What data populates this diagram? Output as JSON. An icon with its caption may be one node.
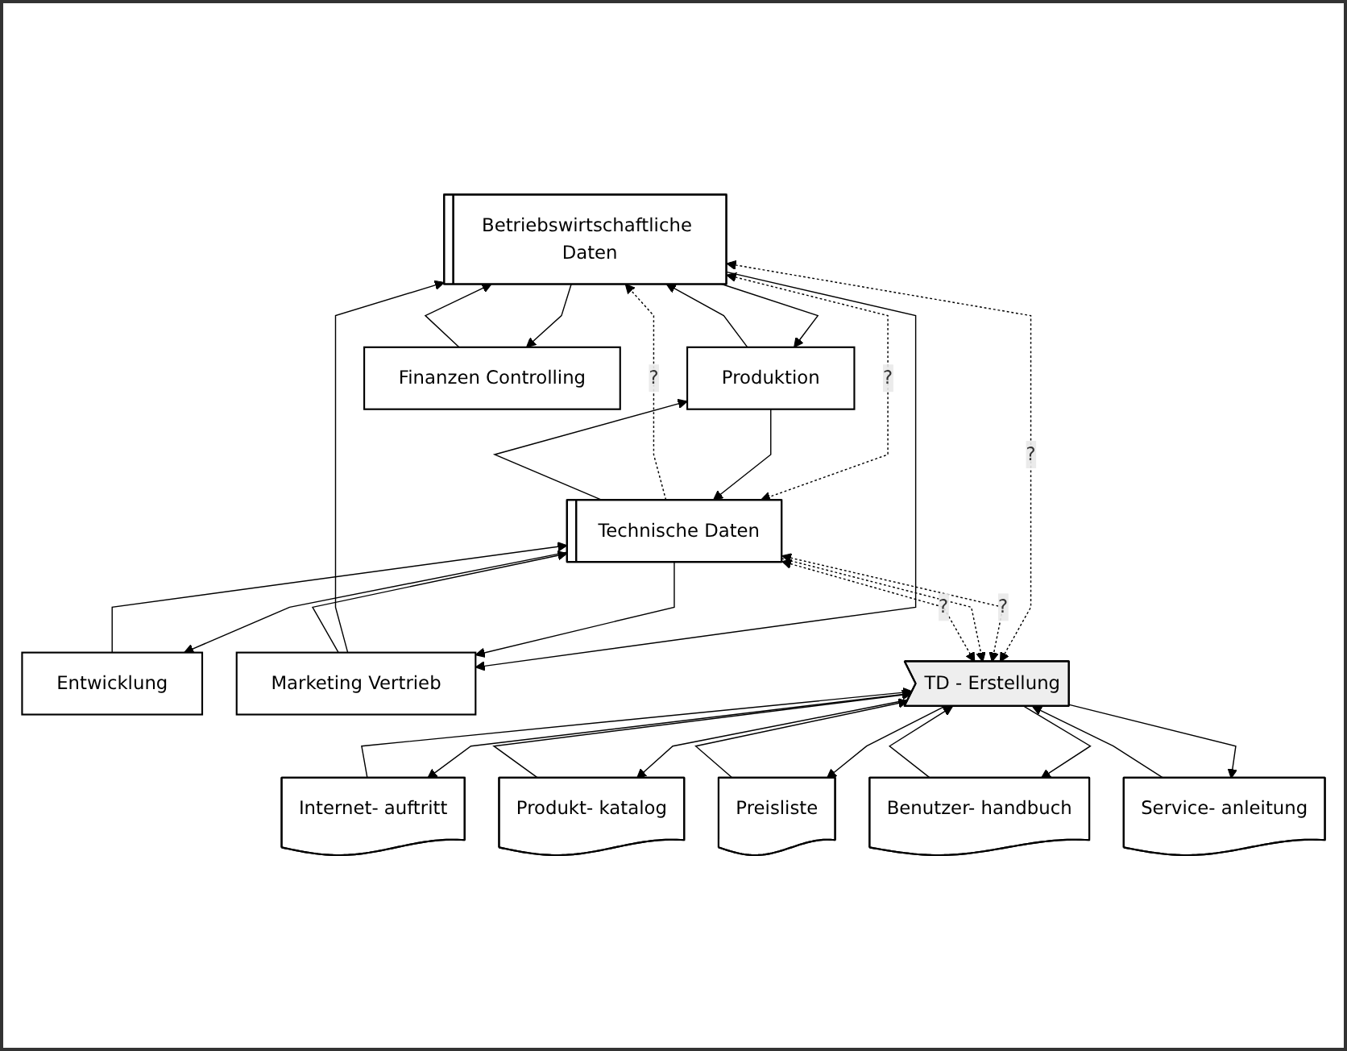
{
  "diagram": {
    "nodes": [
      {
        "text": [
          "Betriebswirtschaftliche Daten"
        ]
      },
      {
        "text": [
          "Entwicklung"
        ]
      },
      {
        "text": [
          "Produktion"
        ]
      },
      {
        "text": [
          "Marketing Vertrieb"
        ]
      },
      {
        "text": [
          "Finanzen Controlling"
        ]
      },
      {
        "text": [
          "Technische Daten"
        ]
      },
      {
        "text": [
          "TD - Erstellung"
        ]
      },
      {
        "text": [
          "Internet- auftritt"
        ]
      },
      {
        "text": [
          "Produkt- katalog"
        ]
      },
      {
        "text": [
          "Preisliste"
        ]
      },
      {
        "text": [
          "Benutzer- handbuch"
        ]
      },
      {
        "text": [
          "Service- anleitung"
        ]
      }
    ],
    "edges": [
      {
        "from": 5,
        "to": 0,
        "arrow": "to",
        "style": "dashed",
        "label": "?"
      },
      {
        "from": 2,
        "to": 0,
        "arrow": "to"
      },
      {
        "from": 0,
        "to": 2,
        "arrow": "to"
      },
      {
        "from": 0,
        "to": 5,
        "arrow": "both",
        "style": "dashed",
        "label": "?"
      },
      {
        "from": 3,
        "to": 0,
        "arrow": "to"
      },
      {
        "from": 0,
        "to": 3,
        "arrow": "to"
      },
      {
        "from": 0,
        "to": 6,
        "arrow": "both",
        "style": "dashed",
        "label": "?"
      },
      {
        "from": 4,
        "to": 0,
        "arrow": "to"
      },
      {
        "from": 0,
        "to": 4,
        "arrow": "to"
      },
      {
        "from": 1,
        "to": 5,
        "arrow": "to"
      },
      {
        "from": 5,
        "to": 1,
        "arrow": "to"
      },
      {
        "from": 2,
        "to": 5,
        "arrow": "to"
      },
      {
        "from": 5,
        "to": 2,
        "arrow": "to"
      },
      {
        "from": 3,
        "to": 5,
        "arrow": "to"
      },
      {
        "from": 5,
        "to": 3,
        "arrow": "to"
      },
      {
        "from": 5,
        "to": 6,
        "arrow": "both",
        "style": "dashed",
        "label": "?"
      },
      {
        "from": 5,
        "to": 6,
        "arrow": "to",
        "style": "dashed"
      },
      {
        "from": 5,
        "to": 6,
        "arrow": "both",
        "style": "dashed",
        "label": "?"
      },
      {
        "from": 6,
        "to": 7,
        "arrow": "to"
      },
      {
        "from": 7,
        "to": 6,
        "arrow": "to"
      },
      {
        "from": 6,
        "to": 8,
        "arrow": "to"
      },
      {
        "from": 8,
        "to": 6,
        "arrow": "to"
      },
      {
        "from": 6,
        "to": 9,
        "arrow": "to"
      },
      {
        "from": 9,
        "to": 6,
        "arrow": "to"
      },
      {
        "from": 6,
        "to": 10,
        "arrow": "to"
      },
      {
        "from": 10,
        "to": 6,
        "arrow": "to"
      },
      {
        "from": 6,
        "to": 11,
        "arrow": "to"
      },
      {
        "from": 11,
        "to": 6,
        "arrow": "to"
      }
    ]
  }
}
